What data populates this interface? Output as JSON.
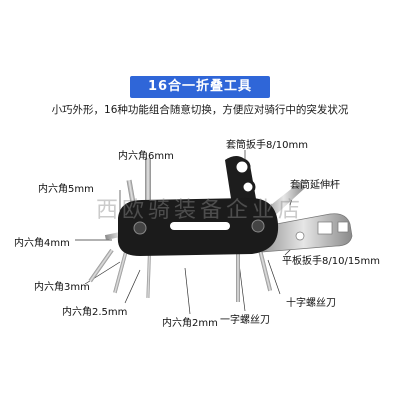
{
  "header": {
    "title": "16合一折叠工具",
    "subtitle": "小巧外形，16种功能组合随意切换，方便应对骑行中的突发状况"
  },
  "labels": {
    "hex6": "内六角6mm",
    "hex5": "内六角5mm",
    "hex4": "内六角4mm",
    "hex3": "内六角3mm",
    "hex25": "内六角2.5mm",
    "hex2": "内六角2mm",
    "flat_screwdriver": "一字螺丝刀",
    "socket_wrench": "套筒扳手8/10mm",
    "socket_extension": "套筒延伸杆",
    "flat_wrench": "平板扳手8/10/15mm",
    "cross_screwdriver": "十字螺丝刀"
  },
  "watermark": "西欧骑装备企业店",
  "colors": {
    "banner": "#2f66d8",
    "tool_body": "#1b1b1b",
    "metal": "#b8b8b8"
  }
}
